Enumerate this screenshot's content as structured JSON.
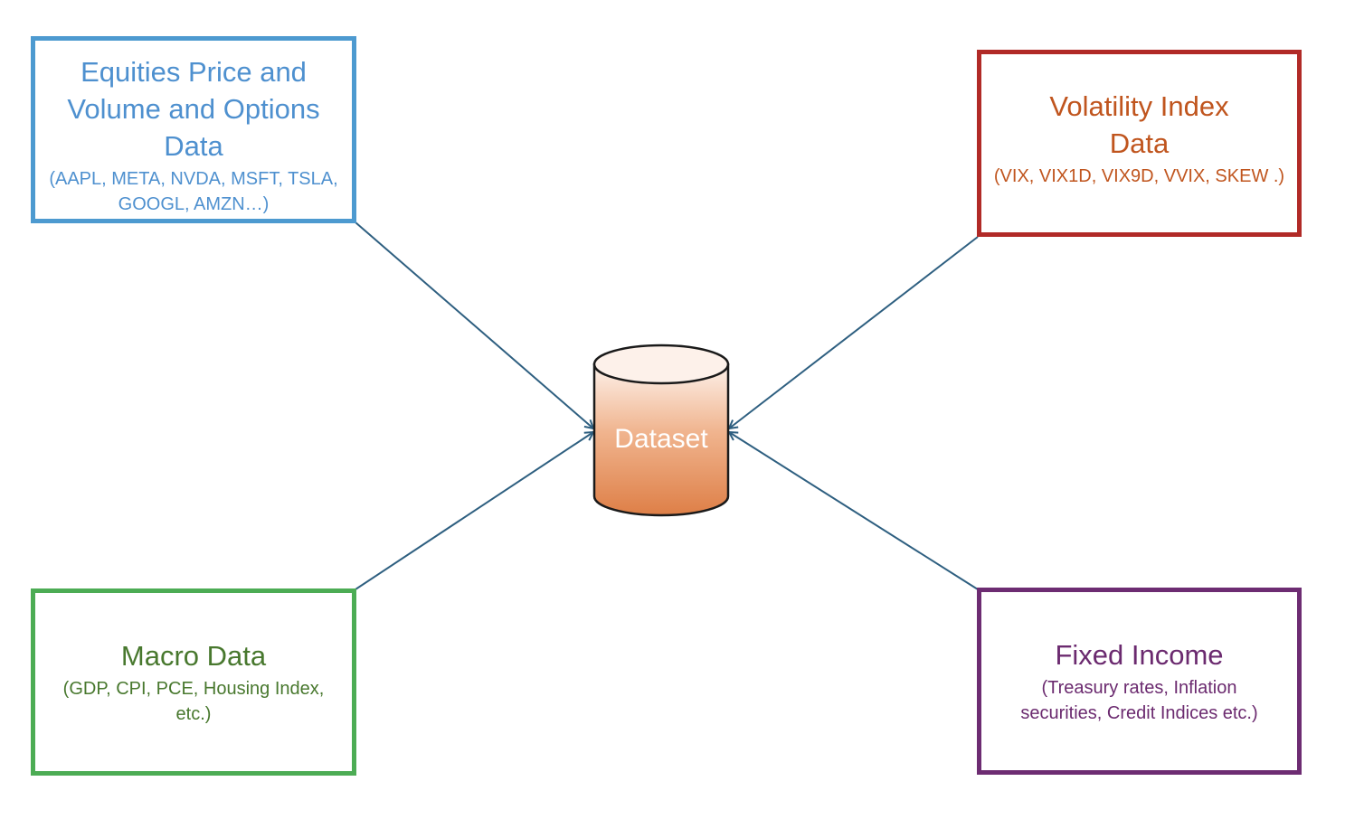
{
  "diagram": {
    "center": {
      "label": "Dataset",
      "fill_top": "#fdf1ea",
      "fill_bottom": "#de7f47",
      "stroke": "#1a1a1a"
    },
    "connector_color": "#2e5f80",
    "sources": {
      "equities": {
        "title": "Equities Price and Volume and Options Data",
        "subtitle": "(AAPL, META, NVDA, MSFT, TSLA, GOOGL, AMZN…)",
        "border_color": "#4d9ad0",
        "text_color": "#4e90cf"
      },
      "volatility": {
        "title": "Volatility Index Data",
        "subtitle": "(VIX, VIX1D, VIX9D, VVIX, SKEW .)",
        "border_color": "#b12a27",
        "text_color": "#c0551e"
      },
      "macro": {
        "title": "Macro Data",
        "subtitle": "(GDP, CPI, PCE, Housing Index, etc.)",
        "border_color": "#4cac54",
        "text_color": "#48782e"
      },
      "fixed_income": {
        "title": "Fixed Income",
        "subtitle": "(Treasury rates, Inflation securities, Credit Indices etc.)",
        "border_color": "#6d2c72",
        "text_color": "#6b2a6f"
      }
    }
  }
}
